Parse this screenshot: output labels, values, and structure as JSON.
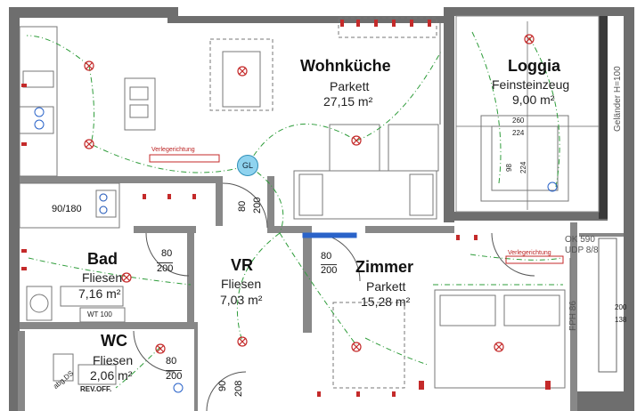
{
  "rooms": {
    "wohnkueche": {
      "name": "Wohnküche",
      "floor": "Parkett",
      "area": "27,15 m²"
    },
    "loggia": {
      "name": "Loggia",
      "floor": "Feinsteinzeug",
      "area": "9,00 m²"
    },
    "bad": {
      "name": "Bad",
      "floor": "Fliesen",
      "area": "7,16 m²"
    },
    "vr": {
      "name": "VR",
      "floor": "Fliesen",
      "area": "7,03 m²"
    },
    "zimmer": {
      "name": "Zimmer",
      "floor": "Parkett",
      "area": "15,28 m²"
    },
    "wc": {
      "name": "WC",
      "floor": "Fliesen",
      "area": "2,06 m²"
    }
  },
  "dimensions": {
    "bad_door_w": "80",
    "bad_door_h": "200",
    "zimmer_door_w": "80",
    "zimmer_door_h": "200",
    "wc_door_w": "80",
    "wc_door_h": "200",
    "kitchen_door_w": "80",
    "kitchen_door_h": "200",
    "entry_w": "90",
    "entry_h": "208",
    "loggia_260": "260",
    "loggia_224": "224",
    "loggia_98": "98",
    "loggia_224v": "224",
    "right_200": "200",
    "right_138": "138",
    "shower": "90/180"
  },
  "labels": {
    "gelaender": "Geländer H=100",
    "verlegerichtung_1": "Verlegerichtung",
    "verlegerichtung_2": "Verlegerichtung",
    "gl": "GL",
    "ok590": "OK 590",
    "udp": "UDP 8/8",
    "fph": "FPH 86",
    "rev": "REV.OFF.",
    "abg": "abg.DS",
    "wt": "WT 100"
  },
  "colors": {
    "wall": "#6e6e6e",
    "wall_dark": "#3a3a3a",
    "line": "#555555",
    "green_dash": "#2e9c3a",
    "red": "#c42a2a",
    "blue": "#2a63c9"
  }
}
